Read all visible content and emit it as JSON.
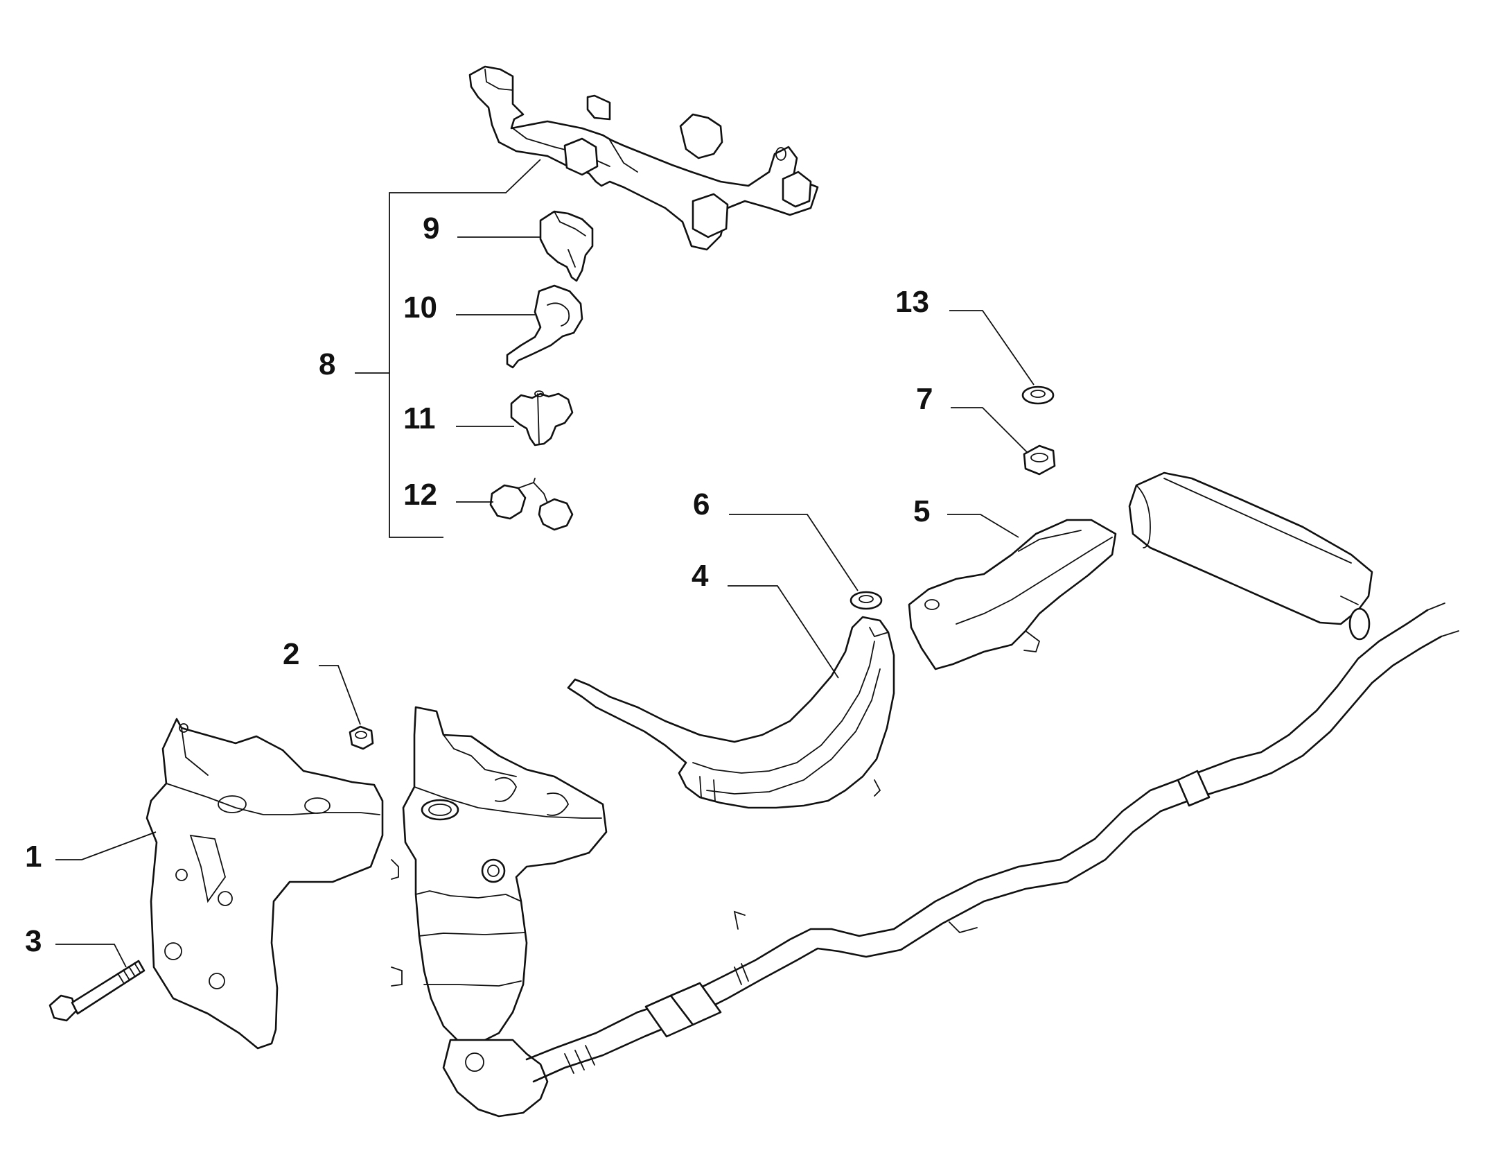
{
  "callouts": {
    "c1": "1",
    "c2": "2",
    "c3": "3",
    "c4": "4",
    "c5": "5",
    "c6": "6",
    "c7": "7",
    "c8": "8",
    "c9": "9",
    "c10": "10",
    "c11": "11",
    "c12": "12",
    "c13": "13"
  },
  "colors": {
    "line": "#111111",
    "background": "#ffffff"
  }
}
